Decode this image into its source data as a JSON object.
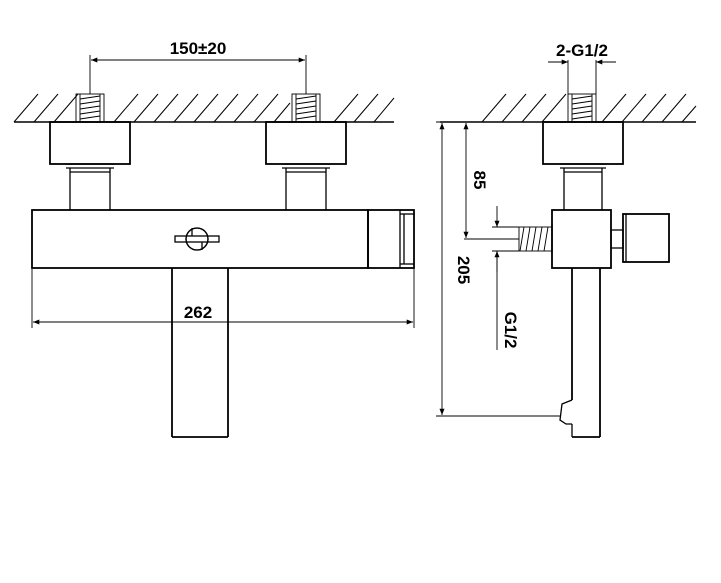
{
  "front_view": {
    "dim_top": "150±20",
    "dim_width": "262"
  },
  "side_view": {
    "dim_thread_top": "2-G1/2",
    "dim_height": "205",
    "dim_inlet": "85",
    "dim_thread_side": "G1/2"
  }
}
